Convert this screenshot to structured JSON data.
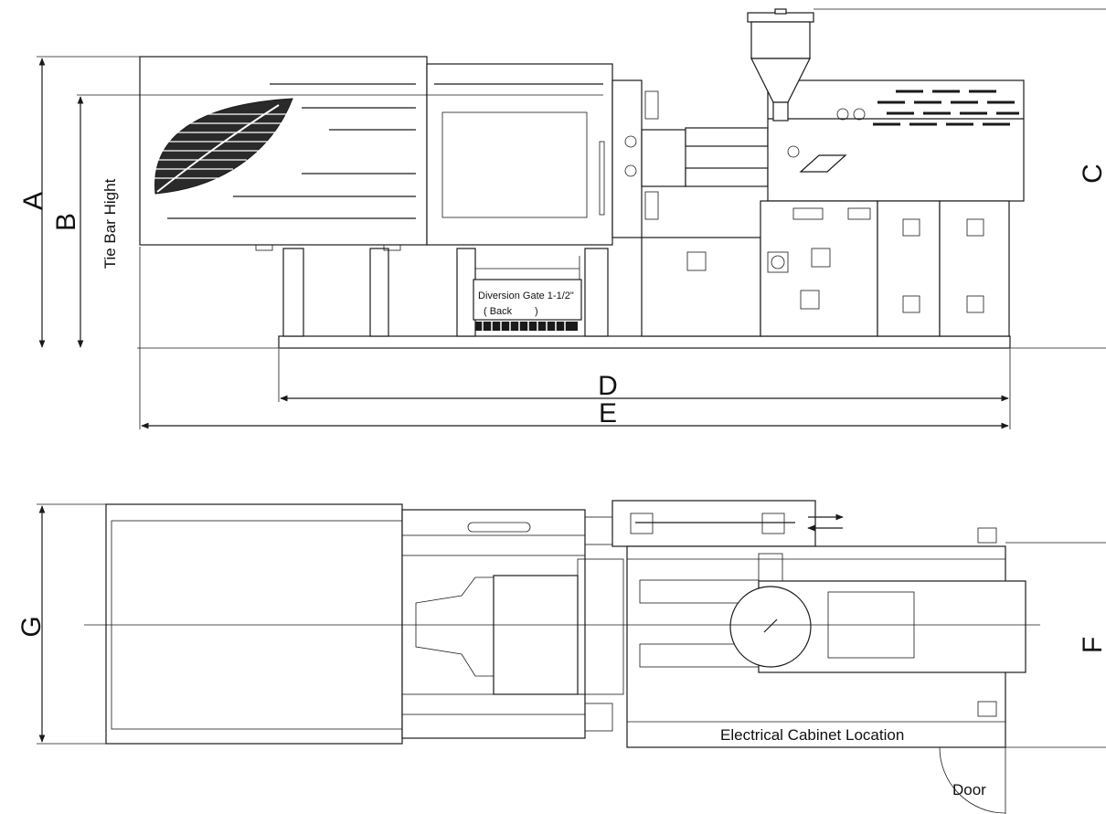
{
  "dimension_labels": {
    "a": "A",
    "b": "B",
    "c": "C",
    "d": "D",
    "e": "E",
    "f": "F",
    "g": "G"
  },
  "side_view": {
    "tie_bar_label": "Tie Bar Hight",
    "diversion_gate_label": "Diversion Gate 1-1/2\"",
    "diversion_gate_sub_open": "( Back",
    "diversion_gate_sub_close": ")"
  },
  "top_view": {
    "cabinet_label": "Electrical Cabinet Location",
    "door_label": "Door"
  },
  "colors": {
    "line": "#1a1a1a",
    "background": "#ffffff"
  }
}
